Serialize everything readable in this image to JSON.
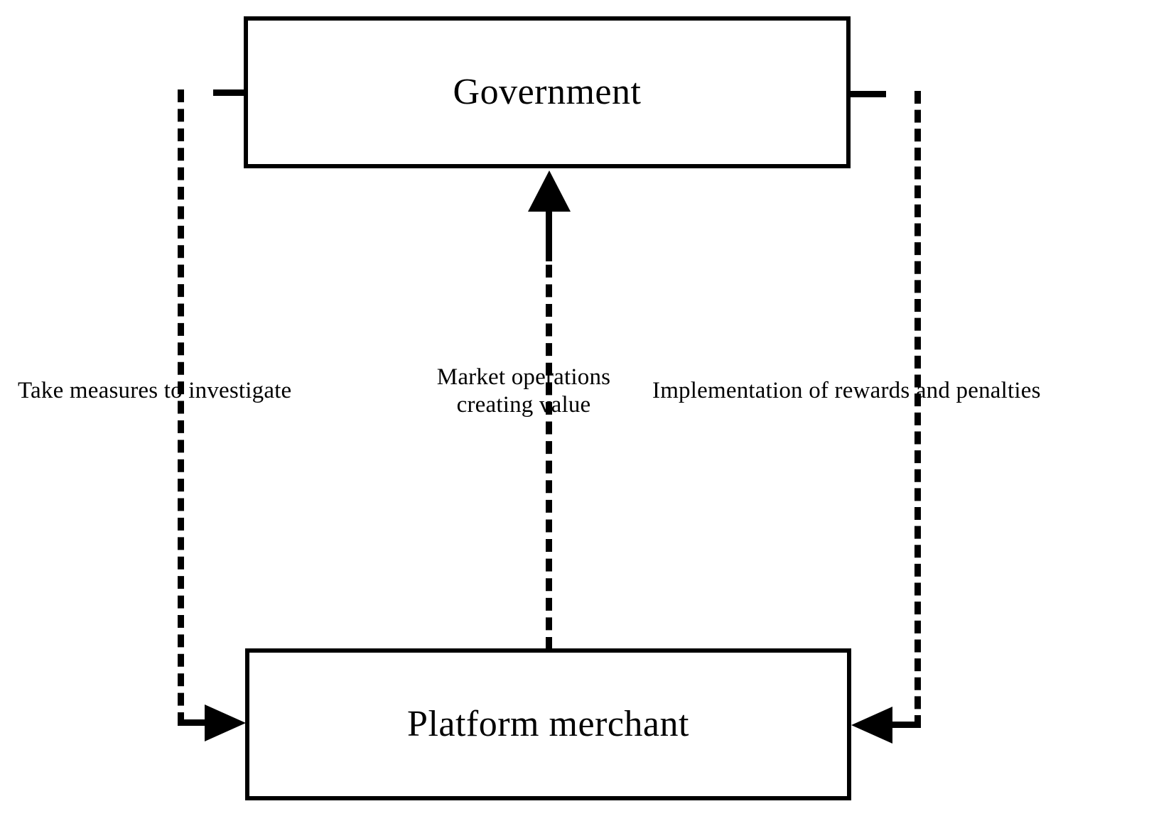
{
  "diagram": {
    "title": "Government and platform merchant interaction loop",
    "colors": {
      "stroke": "#000000",
      "background": "#ffffff",
      "text": "#000000"
    },
    "nodes": [
      {
        "id": "government",
        "label": "Government"
      },
      {
        "id": "platform-merchant",
        "label": "Platform merchant"
      }
    ],
    "edges": [
      {
        "id": "take-measures",
        "label": "Take measures to investigate",
        "from": "government",
        "to": "platform-merchant",
        "style": "dashed",
        "arrow": "to-platform-merchant",
        "side": "left"
      },
      {
        "id": "market-operations",
        "label": "Market operations\ncreating value",
        "from": "platform-merchant",
        "to": "government",
        "style": "dashed",
        "arrow": "to-government",
        "side": "center"
      },
      {
        "id": "implementation-rewards-penalties",
        "label": "Implementation of rewards and penalties",
        "from": "government",
        "to": "platform-merchant",
        "style": "dashed",
        "arrow": "to-platform-merchant",
        "side": "right"
      }
    ]
  }
}
